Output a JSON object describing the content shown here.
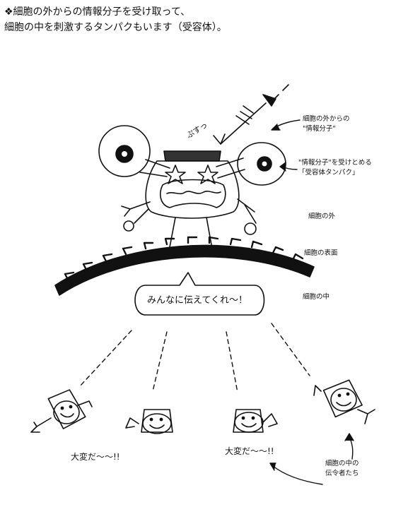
{
  "intro": {
    "line1": "❖細胞の外からの情報分子を受け取って、",
    "line2": "細胞の中を刺激するタンパクもいます（受容体）。"
  },
  "labels": {
    "signal_line1": "細胞の外からの",
    "signal_line2": "\"情報分子\"",
    "receptor_line1": "\"情報分子\"を受けとめる",
    "receptor_line2": "「受容体タンパク」",
    "outside": "細胞の外",
    "surface": "細胞の表面",
    "inside": "細胞の中",
    "messengers_line1": "細胞の中の",
    "messengers_line2": "伝令者たち"
  },
  "handwriting": {
    "impact": "ぷすっ",
    "speech": "みんなに伝えてくれ〜！",
    "shout_left": "大変だ〜〜!!",
    "shout_right": "大変だ〜〜!!"
  },
  "colors": {
    "ink": "#111111",
    "paper": "#ffffff"
  }
}
